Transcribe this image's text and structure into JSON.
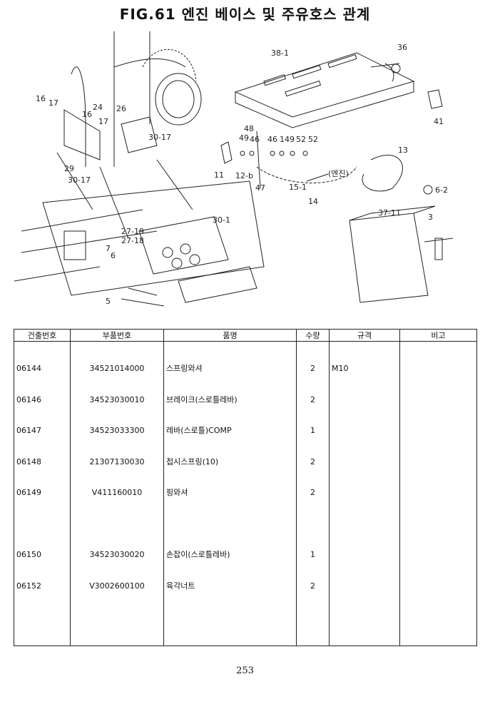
{
  "title": "FIG.61 엔진 베이스 및 주유호스 관계",
  "diagram_callouts": [
    "38-1",
    "36",
    "41",
    "16",
    "17",
    "24",
    "26",
    "16",
    "17",
    "30-17",
    "48",
    "49",
    "46",
    "46",
    "149",
    "52",
    "52",
    "13",
    "11",
    "12-b",
    "47",
    "15-1",
    "14",
    "(엔진)",
    "6-2",
    "3",
    "37-11",
    "29",
    "30-17",
    "30-1",
    "27-19",
    "27-18",
    "7",
    "6",
    "5"
  ],
  "table": {
    "headers": [
      "건출번호",
      "부품번호",
      "품명",
      "수량",
      "규격",
      "비고"
    ],
    "rows": [
      {
        "no": "06144",
        "part": "34521014000",
        "name": "스프링와셔",
        "qty": "2",
        "spec": "M10",
        "note": ""
      },
      {
        "no": "06146",
        "part": "34523030010",
        "name": "브레이크(스로틀레바)",
        "qty": "2",
        "spec": "",
        "note": ""
      },
      {
        "no": "06147",
        "part": "34523033300",
        "name": "레바(스로틀)COMP",
        "qty": "1",
        "spec": "",
        "note": ""
      },
      {
        "no": "06148",
        "part": "21307130030",
        "name": "접시스프링(10)",
        "qty": "2",
        "spec": "",
        "note": ""
      },
      {
        "no": "06149",
        "part": "V411160010",
        "name": "핑와셔",
        "qty": "2",
        "spec": "",
        "note": ""
      },
      {
        "no": "",
        "part": "",
        "name": "",
        "qty": "",
        "spec": "",
        "note": ""
      },
      {
        "no": "06150",
        "part": "34523030020",
        "name": "손잡이(스로틀레바)",
        "qty": "1",
        "spec": "",
        "note": ""
      },
      {
        "no": "06152",
        "part": "V3002600100",
        "name": "육각너트",
        "qty": "2",
        "spec": "",
        "note": ""
      }
    ]
  },
  "page_number": "253"
}
